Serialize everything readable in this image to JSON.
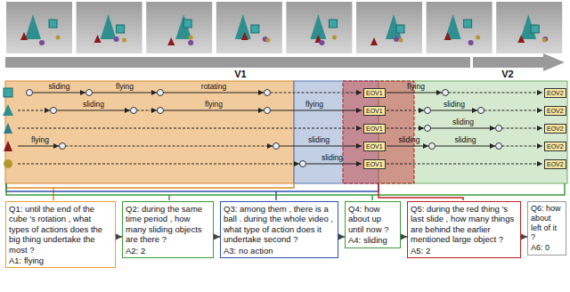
{
  "diagram": {
    "nodes": [
      {
        "text": [
          "EOV1"
        ]
      },
      {
        "text": [
          "EOV1"
        ]
      },
      {
        "text": [
          "EOV1"
        ]
      },
      {
        "text": [
          "EOV1"
        ]
      },
      {
        "text": [
          "EOV1"
        ]
      },
      {
        "text": [
          "EOV2"
        ]
      },
      {
        "text": [
          "EOV2"
        ]
      },
      {
        "text": [
          "EOV2"
        ]
      },
      {
        "text": [
          "EOV2"
        ]
      },
      {
        "text": [
          "EOV2"
        ]
      },
      {
        "text": [
          "Q1: until the end of the cube 's rotation , what types of actions does the big thing undertake the most ?",
          "A1: flying"
        ]
      },
      {
        "text": [
          "Q2: during the same time period , how many sliding objects are there ?",
          "A2: 2"
        ]
      },
      {
        "text": [
          "Q3: among them , there is a ball . during the whole video , what type of action does it undertake second ?",
          "A3: no action"
        ]
      },
      {
        "text": [
          "Q4: how about up until now ?",
          "A4: sliding"
        ]
      },
      {
        "text": [
          "Q5: during the red thing 's last slide , how many things are behind the earlier mentioned large object ?",
          "A5: 2"
        ]
      },
      {
        "text": [
          "Q6: how about left of it ?",
          "A6: 0"
        ]
      }
    ],
    "edges": [
      {
        "from": 10,
        "to": 11,
        "arrow": "to"
      },
      {
        "from": 11,
        "to": 12,
        "arrow": "to"
      },
      {
        "from": 12,
        "to": 13,
        "arrow": "to"
      },
      {
        "from": 13,
        "to": 14,
        "arrow": "to"
      },
      {
        "from": 14,
        "to": 15,
        "arrow": "to"
      }
    ],
    "labels": [
      "sliding",
      "flying",
      "rotating",
      "flying",
      "sliding",
      "flying",
      "flying",
      "sliding",
      "sliding",
      "flying",
      "sliding",
      "sliding",
      "sliding",
      "sliding",
      "V1",
      "V2"
    ]
  }
}
